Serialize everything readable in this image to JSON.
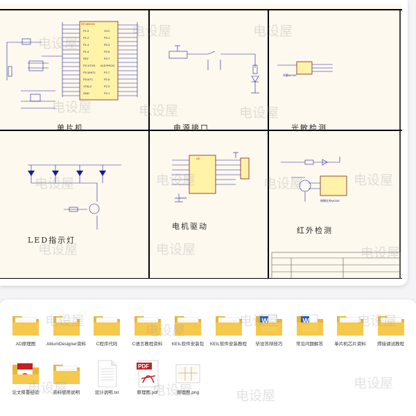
{
  "schematic": {
    "panels": {
      "mcu": "单片机",
      "power": "电源接口",
      "light": "光敏检测",
      "led": "LED指示灯",
      "motor": "电机驱动",
      "ir": "红外检测"
    },
    "chip_labels": {
      "mcu": "STC89C52",
      "driver": "ULN2003",
      "light_module": "光敏MODE",
      "ir_module": "热释红外MODE"
    },
    "watermark": "电设屋"
  },
  "files": [
    {
      "name": "AD原理图",
      "type": "folder"
    },
    {
      "name": "AltiumDesigner资料",
      "type": "folder"
    },
    {
      "name": "C程序代码",
      "type": "folder"
    },
    {
      "name": "C语言教程资料",
      "type": "folder"
    },
    {
      "name": "KEIL软件安装包",
      "type": "folder"
    },
    {
      "name": "KEIL软件安装教程",
      "type": "folder"
    },
    {
      "name": "毕设答辩技巧",
      "type": "word"
    },
    {
      "name": "常见问题解答",
      "type": "word"
    },
    {
      "name": "单片机芯片资料",
      "type": "folder"
    },
    {
      "name": "焊接调试教程",
      "type": "folder"
    },
    {
      "name": "论文降重经验",
      "type": "pdf"
    },
    {
      "name": "资料使用说明",
      "type": "folder"
    },
    {
      "name": "设计说明.txt",
      "type": "txt"
    },
    {
      "name": "原理图.pdf",
      "type": "pdf-big"
    },
    {
      "name": "原理图.png",
      "type": "image"
    }
  ],
  "colors": {
    "grid_line": "#000000",
    "schematic_blue": "#1a1a9a",
    "chip_fill": "#fff3a8",
    "folder": "#f5c94c",
    "pdf_red": "#c81e1e",
    "word_blue": "#2b5fb3"
  }
}
